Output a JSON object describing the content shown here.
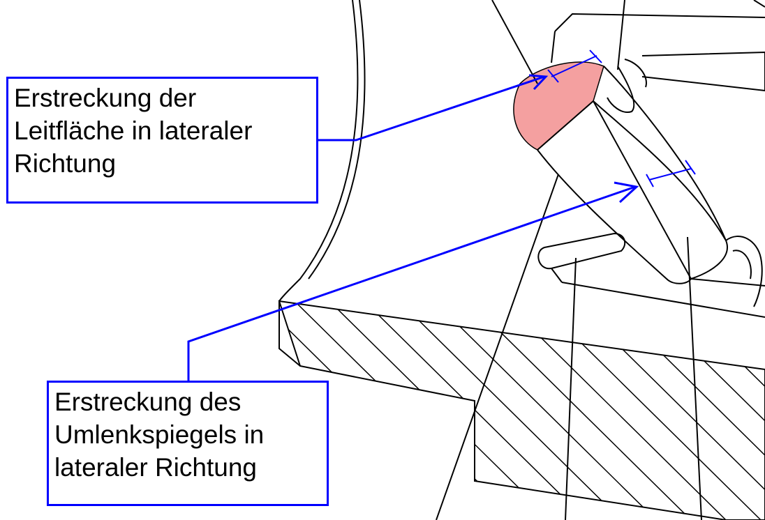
{
  "callouts": [
    {
      "lines": [
        "Erstreckung der",
        "Leitfläche in lateraler",
        "Richtung"
      ]
    },
    {
      "lines": [
        "Erstreckung des",
        "Umlenkspiegels in",
        "lateraler Richtung"
      ]
    }
  ],
  "colors": {
    "callout_border": "#0000ff",
    "leader_line": "#0000ff",
    "highlight_region": "#f4a0a0",
    "drawing_line": "#000000"
  }
}
